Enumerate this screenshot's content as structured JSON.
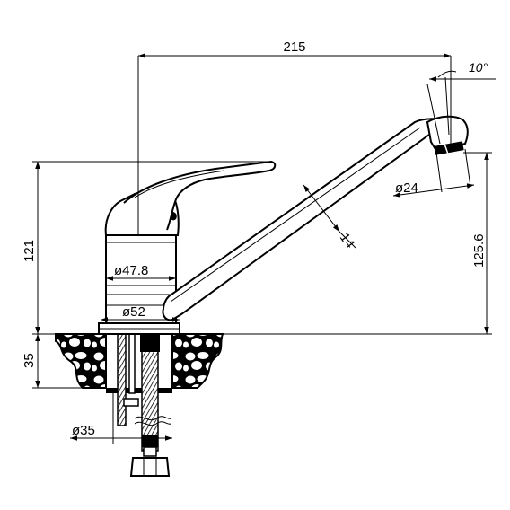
{
  "dimensions": {
    "spout_reach": "215",
    "spout_angle": "10°",
    "outlet_diameter": "ø24",
    "spout_tube_diameter": "14",
    "total_height": "121",
    "spout_height": "125.6",
    "body_diameter": "ø47.8",
    "base_diameter": "ø52",
    "mount_thickness": "35",
    "mount_hole_diameter": "ø35"
  },
  "colors": {
    "line": "#000000",
    "background": "#ffffff"
  }
}
